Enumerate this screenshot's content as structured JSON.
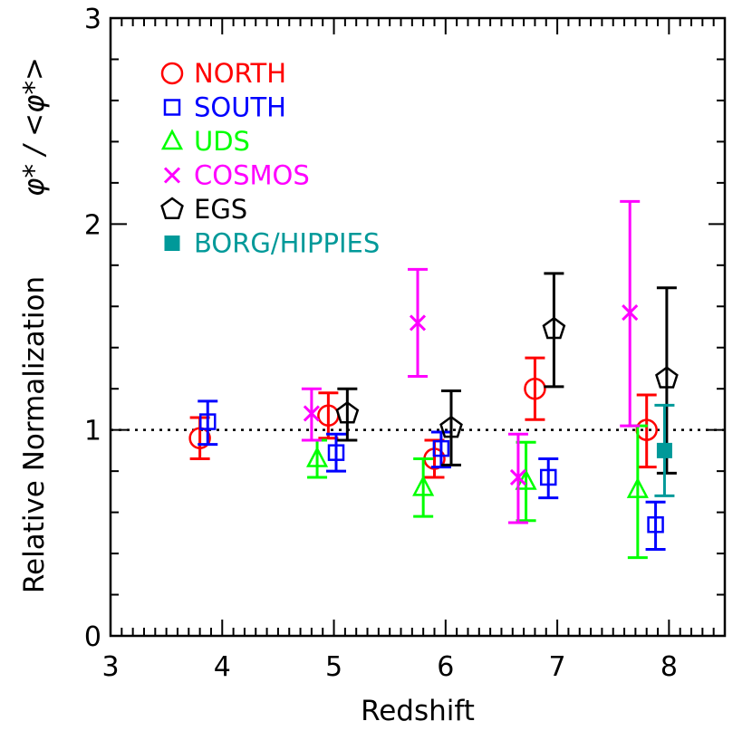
{
  "chart_data": {
    "type": "scatter",
    "xlabel": "Redshift",
    "ylabel": "Relative Normalization",
    "ylabel_symbol": "φ* / <φ*>",
    "xlim": [
      3,
      8.5
    ],
    "ylim": [
      0,
      3
    ],
    "xticks": [
      3,
      4,
      5,
      6,
      7,
      8
    ],
    "yticks": [
      0,
      1,
      2,
      3
    ],
    "reference_line": 1,
    "legend_position": "top-left",
    "series": [
      {
        "name": "NORTH",
        "color": "#ff0000",
        "marker": "circle",
        "points": [
          {
            "x": 3.8,
            "y": 0.96,
            "lo": 0.86,
            "hi": 1.06
          },
          {
            "x": 4.95,
            "y": 1.07,
            "lo": 0.96,
            "hi": 1.18
          },
          {
            "x": 5.9,
            "y": 0.86,
            "lo": 0.77,
            "hi": 0.95
          },
          {
            "x": 6.8,
            "y": 1.2,
            "lo": 1.05,
            "hi": 1.35
          },
          {
            "x": 7.8,
            "y": 1.0,
            "lo": 0.82,
            "hi": 1.17
          }
        ]
      },
      {
        "name": "SOUTH",
        "color": "#0000ff",
        "marker": "square",
        "points": [
          {
            "x": 3.87,
            "y": 1.04,
            "lo": 0.93,
            "hi": 1.14
          },
          {
            "x": 5.02,
            "y": 0.89,
            "lo": 0.8,
            "hi": 0.98
          },
          {
            "x": 5.96,
            "y": 0.91,
            "lo": 0.82,
            "hi": 0.99
          },
          {
            "x": 6.92,
            "y": 0.77,
            "lo": 0.67,
            "hi": 0.86
          },
          {
            "x": 7.88,
            "y": 0.54,
            "lo": 0.42,
            "hi": 0.65
          }
        ]
      },
      {
        "name": "UDS",
        "color": "#00ff00",
        "marker": "triangle",
        "points": [
          {
            "x": 4.85,
            "y": 0.86,
            "lo": 0.77,
            "hi": 0.95
          },
          {
            "x": 5.8,
            "y": 0.72,
            "lo": 0.58,
            "hi": 0.86
          },
          {
            "x": 6.72,
            "y": 0.75,
            "lo": 0.56,
            "hi": 0.94
          },
          {
            "x": 7.72,
            "y": 0.71,
            "lo": 0.38,
            "hi": 1.02
          }
        ]
      },
      {
        "name": "COSMOS",
        "color": "#ff00ff",
        "marker": "x",
        "points": [
          {
            "x": 4.8,
            "y": 1.08,
            "lo": 0.95,
            "hi": 1.2
          },
          {
            "x": 5.75,
            "y": 1.52,
            "lo": 1.26,
            "hi": 1.78
          },
          {
            "x": 6.65,
            "y": 0.77,
            "lo": 0.55,
            "hi": 0.98
          },
          {
            "x": 7.65,
            "y": 1.57,
            "lo": 1.02,
            "hi": 2.11
          }
        ]
      },
      {
        "name": "EGS",
        "color": "#000000",
        "marker": "pentagon",
        "points": [
          {
            "x": 5.12,
            "y": 1.08,
            "lo": 0.95,
            "hi": 1.2
          },
          {
            "x": 6.05,
            "y": 1.01,
            "lo": 0.83,
            "hi": 1.19
          },
          {
            "x": 6.97,
            "y": 1.49,
            "lo": 1.21,
            "hi": 1.76
          },
          {
            "x": 7.98,
            "y": 1.25,
            "lo": 0.79,
            "hi": 1.69
          }
        ]
      },
      {
        "name": "BORG/HIPPIES",
        "color": "#009999",
        "marker": "filled-square",
        "points": [
          {
            "x": 7.96,
            "y": 0.9,
            "lo": 0.68,
            "hi": 1.12
          }
        ]
      }
    ]
  }
}
